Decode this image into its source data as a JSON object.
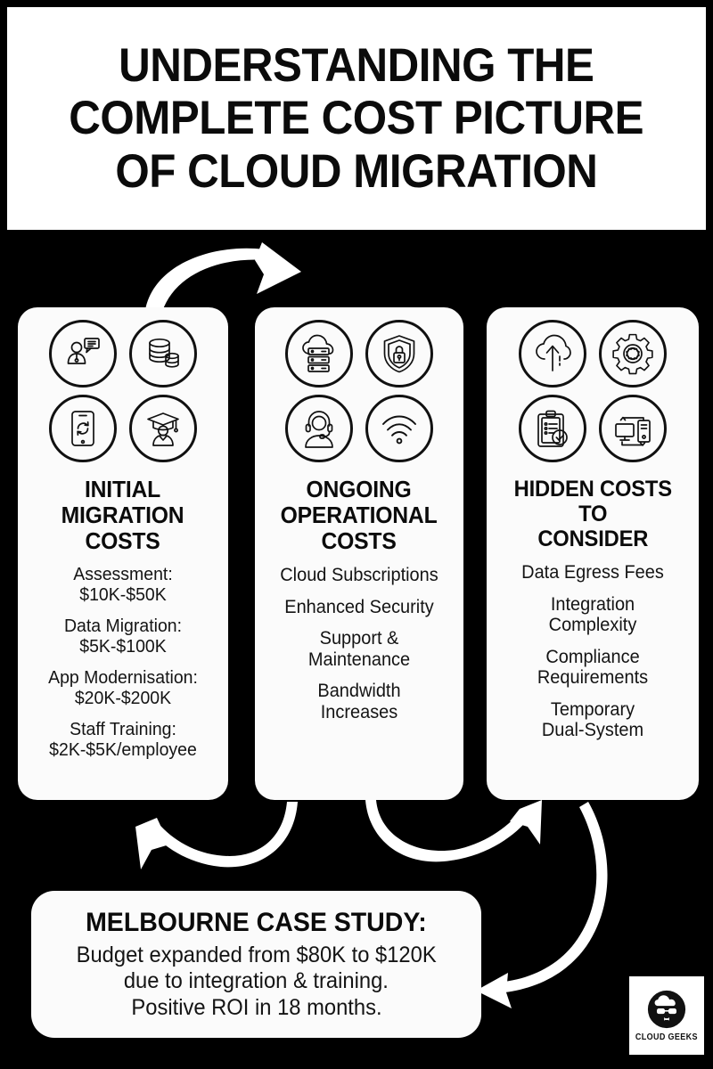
{
  "title": {
    "lines": [
      "UNDERSTANDING THE",
      "COMPLETE COST PICTURE",
      "OF CLOUD MIGRATION"
    ]
  },
  "colors": {
    "background": "#000000",
    "panel": "#fbfbfb",
    "text": "#111111",
    "arrow": "#ffffff"
  },
  "cards": [
    {
      "title": "INITIAL MIGRATION COSTS",
      "title_lines": [
        "INITIAL",
        "MIGRATION",
        "COSTS"
      ],
      "icons": [
        "assessment-consultant-icon",
        "database-stack-icon",
        "mobile-refresh-icon",
        "graduate-training-icon"
      ],
      "items": [
        {
          "label": "Assessment:",
          "value": "$10K-$50K"
        },
        {
          "label": "Data Migration:",
          "value": "$5K-$100K"
        },
        {
          "label": "App Modernisation:",
          "value": "$20K-$200K"
        },
        {
          "label": "Staff Training:",
          "value": "$2K-$5K/employee"
        }
      ]
    },
    {
      "title": "ONGOING OPERATIONAL COSTS",
      "title_lines": [
        "ONGOING",
        "OPERATIONAL",
        "COSTS"
      ],
      "icons": [
        "cloud-server-icon",
        "shield-lock-icon",
        "headset-support-icon",
        "wifi-icon"
      ],
      "items": [
        {
          "label": "Cloud Subscriptions",
          "value": ""
        },
        {
          "label": "Enhanced Security",
          "value": ""
        },
        {
          "label": "Support &",
          "value": "Maintenance"
        },
        {
          "label": "Bandwidth",
          "value": "Increases"
        }
      ]
    },
    {
      "title": "HIDDEN COSTS TO CONSIDER",
      "title_lines": [
        "HIDDEN COSTS",
        "TO",
        "CONSIDER"
      ],
      "icons": [
        "cloud-upload-icon",
        "gear-icon",
        "clipboard-check-icon",
        "devices-sync-icon"
      ],
      "items": [
        {
          "label": "Data Egress Fees",
          "value": ""
        },
        {
          "label": "Integration",
          "value": "Complexity"
        },
        {
          "label": "Compliance",
          "value": "Requirements"
        },
        {
          "label": "Temporary",
          "value": "Dual-System"
        }
      ]
    }
  ],
  "case_study": {
    "title": "MELBOURNE CASE STUDY:",
    "lines": [
      "Budget expanded from $80K to $120K",
      "due to integration & training.",
      "Positive ROI in 18 months."
    ]
  },
  "logo": {
    "name": "CLOUD GEEKS",
    "mark": "cloud-geeks-logo-icon"
  },
  "arrows": [
    {
      "name": "arrow-card1-to-card2",
      "direction": "right"
    },
    {
      "name": "arrow-card2-to-card1",
      "direction": "left"
    },
    {
      "name": "arrow-card2-to-card3",
      "direction": "right"
    },
    {
      "name": "arrow-card3-to-case-study",
      "direction": "down-left"
    }
  ]
}
